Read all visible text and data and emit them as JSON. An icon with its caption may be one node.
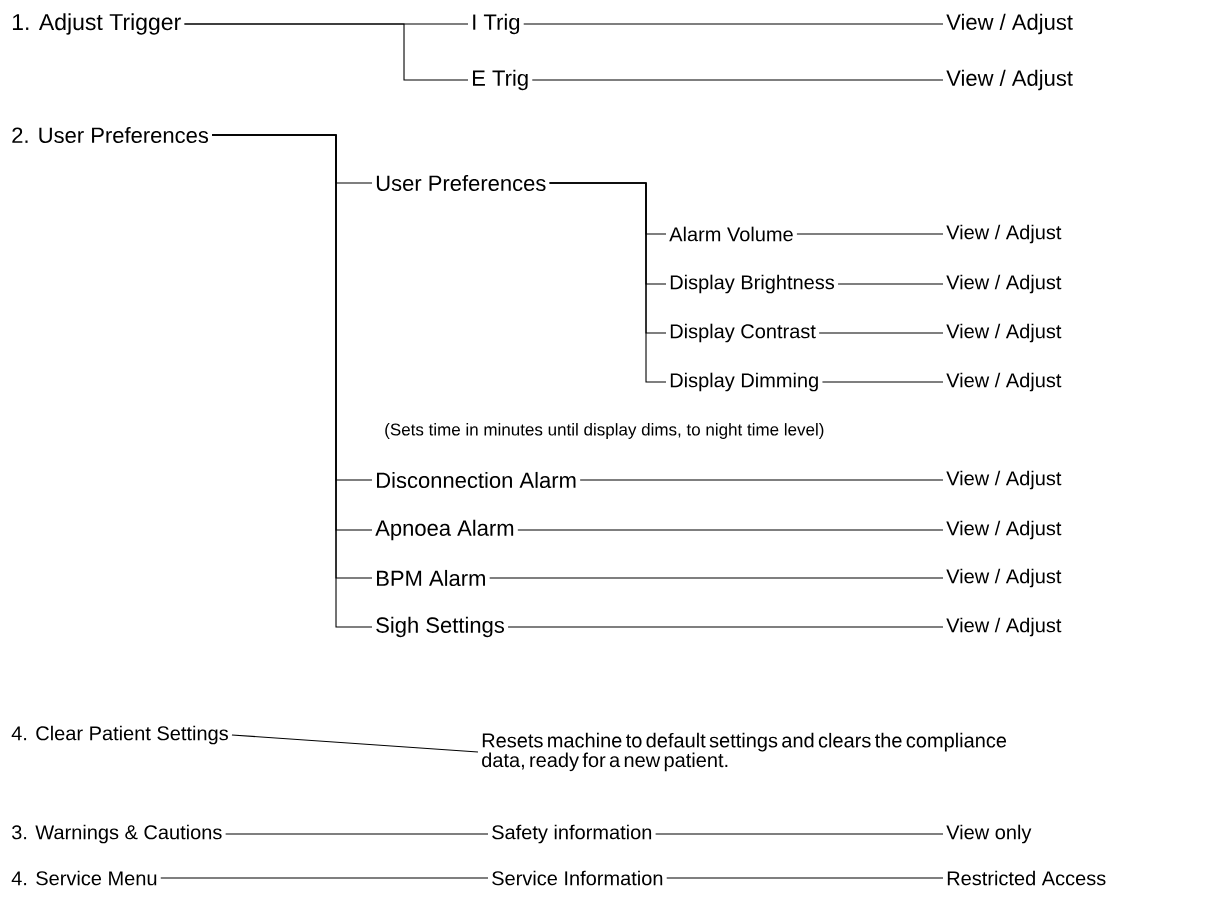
{
  "diagram": {
    "nodes": [
      {
        "text": [
          "1. Adjust Trigger"
        ]
      },
      {
        "text": [
          "I Trig"
        ]
      },
      {
        "text": [
          "View / Adjust"
        ]
      },
      {
        "text": [
          "E Trig"
        ]
      },
      {
        "text": [
          "View / Adjust"
        ]
      },
      {
        "text": [
          "2. User Preferences"
        ]
      },
      {
        "text": [
          "User Preferences"
        ]
      },
      {
        "text": [
          "Alarm Volume"
        ]
      },
      {
        "text": [
          "View / Adjust"
        ]
      },
      {
        "text": [
          "Display Brightness"
        ]
      },
      {
        "text": [
          "View / Adjust"
        ]
      },
      {
        "text": [
          "Display Contrast"
        ]
      },
      {
        "text": [
          "View / Adjust"
        ]
      },
      {
        "text": [
          "Display Dimming"
        ]
      },
      {
        "text": [
          "View / Adjust"
        ]
      },
      {
        "text": [
          "Disconnection Alarm"
        ]
      },
      {
        "text": [
          "View / Adjust"
        ]
      },
      {
        "text": [
          "Apnoea Alarm"
        ]
      },
      {
        "text": [
          "View / Adjust"
        ]
      },
      {
        "text": [
          "BPM Alarm"
        ]
      },
      {
        "text": [
          "View / Adjust"
        ]
      },
      {
        "text": [
          "Sigh Settings"
        ]
      },
      {
        "text": [
          "View / Adjust"
        ]
      },
      {
        "text": [
          "4. Clear Patient Settings"
        ]
      },
      {
        "text": [
          "Resets machine to default settings and clears the compliance data, ready for a new patient."
        ]
      },
      {
        "text": [
          "3. Warnings & Cautions"
        ]
      },
      {
        "text": [
          "Safety information"
        ]
      },
      {
        "text": [
          "View only"
        ]
      },
      {
        "text": [
          "4. Service Menu"
        ]
      },
      {
        "text": [
          "Service Information"
        ]
      },
      {
        "text": [
          "Restricted Access"
        ]
      }
    ],
    "edges": [
      {
        "from": 0,
        "to": 1,
        "arrow": "none"
      },
      {
        "from": 0,
        "to": 3,
        "arrow": "none"
      },
      {
        "from": 1,
        "to": 2,
        "arrow": "none"
      },
      {
        "from": 3,
        "to": 4,
        "arrow": "none"
      },
      {
        "from": 5,
        "to": 6,
        "arrow": "none"
      },
      {
        "from": 6,
        "to": 7,
        "arrow": "none"
      },
      {
        "from": 7,
        "to": 8,
        "arrow": "none"
      },
      {
        "from": 6,
        "to": 9,
        "arrow": "none"
      },
      {
        "from": 9,
        "to": 10,
        "arrow": "none"
      },
      {
        "from": 6,
        "to": 11,
        "arrow": "none"
      },
      {
        "from": 11,
        "to": 12,
        "arrow": "none"
      },
      {
        "from": 6,
        "to": 13,
        "arrow": "none"
      },
      {
        "from": 13,
        "to": 14,
        "arrow": "none"
      },
      {
        "from": 5,
        "to": 15,
        "arrow": "none"
      },
      {
        "from": 15,
        "to": 16,
        "arrow": "none"
      },
      {
        "from": 5,
        "to": 17,
        "arrow": "none"
      },
      {
        "from": 17,
        "to": 18,
        "arrow": "none"
      },
      {
        "from": 5,
        "to": 19,
        "arrow": "none"
      },
      {
        "from": 19,
        "to": 20,
        "arrow": "none"
      },
      {
        "from": 5,
        "to": 21,
        "arrow": "none"
      },
      {
        "from": 21,
        "to": 22,
        "arrow": "none"
      },
      {
        "from": 23,
        "to": 24,
        "arrow": "none"
      },
      {
        "from": 25,
        "to": 26,
        "arrow": "none"
      },
      {
        "from": 26,
        "to": 27,
        "arrow": "none"
      },
      {
        "from": 28,
        "to": 29,
        "arrow": "none"
      },
      {
        "from": 29,
        "to": 30,
        "arrow": "none"
      }
    ],
    "labels": [
      "(Sets time in minutes until display dims, to night time level)"
    ]
  }
}
